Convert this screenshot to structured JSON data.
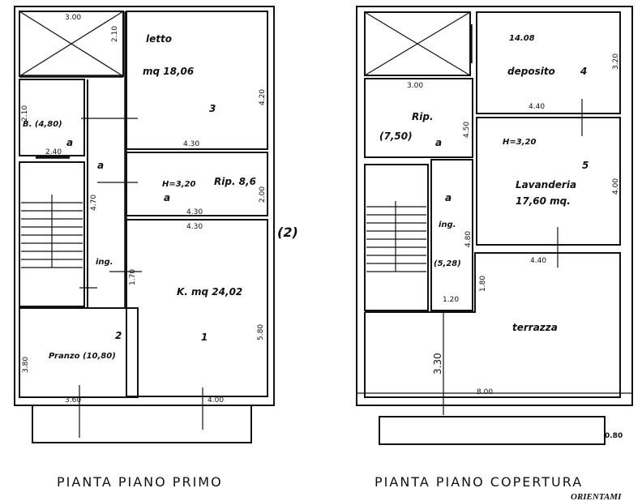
{
  "first_floor": {
    "title": "PIANTA PIANO PRIMO",
    "rooms": {
      "bedroom": {
        "name": "letto",
        "area": "mq 18,06",
        "number": "3"
      },
      "storage": {
        "height": "H=3,20",
        "name": "Rip. 8,6",
        "mark": "a"
      },
      "bath": {
        "name": "B. (4,80)",
        "mark": "a"
      },
      "corridor": {
        "mark": "a"
      },
      "entrance": {
        "name": "ing."
      },
      "kitchen": {
        "name": "K. mq 24,02",
        "number": "1"
      },
      "dining": {
        "name": "Pranzo (10,80)",
        "number": "2"
      }
    },
    "dimensions": [
      "3.00",
      "2.10",
      "4.20",
      "4.30",
      "2.00",
      "4.30",
      "4.30",
      "2.40",
      "2.10",
      "4.70",
      "1.70",
      "5.80",
      "3.80",
      "3.60",
      "4.00"
    ],
    "marker": "(2)"
  },
  "roof_floor": {
    "title": "PIANTA PIANO COPERTURA",
    "rooms": {
      "deposit": {
        "area": "14.08",
        "name": "deposito",
        "number": "4"
      },
      "storage": {
        "name": "Rip.",
        "area": "(7,50)",
        "mark": "a"
      },
      "laundry": {
        "height": "H=3,20",
        "name": "Lavanderia",
        "area": "17,60 mq.",
        "number": "5"
      },
      "entrance": {
        "name": "ing.",
        "area": "(5,28)",
        "mark": "a"
      },
      "terrace": {
        "name": "terrazza"
      }
    },
    "dimensions": [
      "3.20",
      "3.00",
      "4.40",
      "4.50",
      "4.00",
      "4.80",
      "4.40",
      "1.80",
      "1.20",
      "3.30",
      "8.00",
      "0.80"
    ]
  },
  "orientation_label": "ORIENTAMI"
}
